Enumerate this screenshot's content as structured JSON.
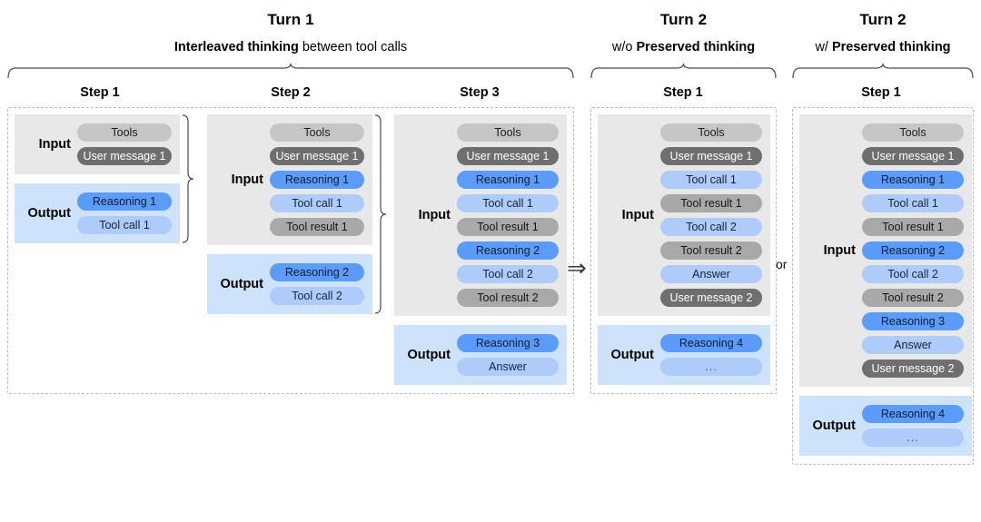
{
  "groups": [
    {
      "id": "turn1",
      "title": "Turn 1",
      "subtitle_bold": "Interleaved thinking",
      "subtitle_rest": " between tool calls",
      "steps": [
        {
          "title": "Step 1",
          "input_label": "Input",
          "output_label": "Output",
          "input_items": [
            {
              "label": "Tools",
              "kind": "tools"
            },
            {
              "label": "User message 1",
              "kind": "user"
            }
          ],
          "output_items": [
            {
              "label": "Reasoning 1",
              "kind": "reason"
            },
            {
              "label": "Tool call 1",
              "kind": "toolcall"
            }
          ]
        },
        {
          "title": "Step 2",
          "input_label": "Input",
          "output_label": "Output",
          "input_items": [
            {
              "label": "Tools",
              "kind": "tools"
            },
            {
              "label": "User message 1",
              "kind": "user"
            },
            {
              "label": "Reasoning 1",
              "kind": "reason"
            },
            {
              "label": "Tool call 1",
              "kind": "toolcall"
            },
            {
              "label": "Tool result 1",
              "kind": "toolresult"
            }
          ],
          "output_items": [
            {
              "label": "Reasoning 2",
              "kind": "reason"
            },
            {
              "label": "Tool call 2",
              "kind": "toolcall"
            }
          ]
        },
        {
          "title": "Step 3",
          "input_label": "Input",
          "output_label": "Output",
          "input_items": [
            {
              "label": "Tools",
              "kind": "tools"
            },
            {
              "label": "User message 1",
              "kind": "user"
            },
            {
              "label": "Reasoning 1",
              "kind": "reason"
            },
            {
              "label": "Tool call 1",
              "kind": "toolcall"
            },
            {
              "label": "Tool result 1",
              "kind": "toolresult"
            },
            {
              "label": "Reasoning 2",
              "kind": "reason"
            },
            {
              "label": "Tool call 2",
              "kind": "toolcall"
            },
            {
              "label": "Tool result 2",
              "kind": "toolresult"
            }
          ],
          "output_items": [
            {
              "label": "Reasoning 3",
              "kind": "reason"
            },
            {
              "label": "Answer",
              "kind": "answer"
            }
          ]
        }
      ]
    },
    {
      "id": "turn2-without",
      "title": "Turn 2",
      "subtitle_plain": "w/o ",
      "subtitle_bold": "Preserved thinking",
      "steps": [
        {
          "title": "Step 1",
          "input_label": "Input",
          "output_label": "Output",
          "input_items": [
            {
              "label": "Tools",
              "kind": "tools"
            },
            {
              "label": "User message 1",
              "kind": "user"
            },
            {
              "label": "Tool call 1",
              "kind": "toolcall"
            },
            {
              "label": "Tool result 1",
              "kind": "toolresult"
            },
            {
              "label": "Tool call 2",
              "kind": "toolcall"
            },
            {
              "label": "Tool result 2",
              "kind": "toolresult"
            },
            {
              "label": "Answer",
              "kind": "answer"
            },
            {
              "label": "User message 2",
              "kind": "user"
            }
          ],
          "output_items": [
            {
              "label": "Reasoning 4",
              "kind": "reason"
            },
            {
              "label": "...",
              "kind": "ellipsis"
            }
          ]
        }
      ]
    },
    {
      "id": "turn2-with",
      "title": "Turn 2",
      "subtitle_plain": "w/ ",
      "subtitle_bold": "Preserved thinking",
      "steps": [
        {
          "title": "Step 1",
          "input_label": "Input",
          "output_label": "Output",
          "input_items": [
            {
              "label": "Tools",
              "kind": "tools"
            },
            {
              "label": "User message 1",
              "kind": "user"
            },
            {
              "label": "Reasoning 1",
              "kind": "reason"
            },
            {
              "label": "Tool call 1",
              "kind": "toolcall"
            },
            {
              "label": "Tool result 1",
              "kind": "toolresult"
            },
            {
              "label": "Reasoning 2",
              "kind": "reason"
            },
            {
              "label": "Tool call 2",
              "kind": "toolcall"
            },
            {
              "label": "Tool result 2",
              "kind": "toolresult"
            },
            {
              "label": "Reasoning 3",
              "kind": "reason"
            },
            {
              "label": "Answer",
              "kind": "answer"
            },
            {
              "label": "User message 2",
              "kind": "user"
            }
          ],
          "output_items": [
            {
              "label": "Reasoning 4",
              "kind": "reason"
            },
            {
              "label": "...",
              "kind": "ellipsis"
            }
          ]
        }
      ]
    }
  ],
  "connectors": {
    "arrow_glyph": "⇒",
    "or_label": "or"
  },
  "colors": {
    "tools": "#c6c6c6",
    "user_message": "#6f6f6f",
    "reasoning": "#5b9cf8",
    "tool_call": "#aecbfa",
    "tool_result": "#a9a9a9",
    "answer": "#aecbfa",
    "input_bg": "#e8e8e8",
    "output_bg": "#cfe2fb",
    "dashed_border": "#b9b9b9"
  }
}
